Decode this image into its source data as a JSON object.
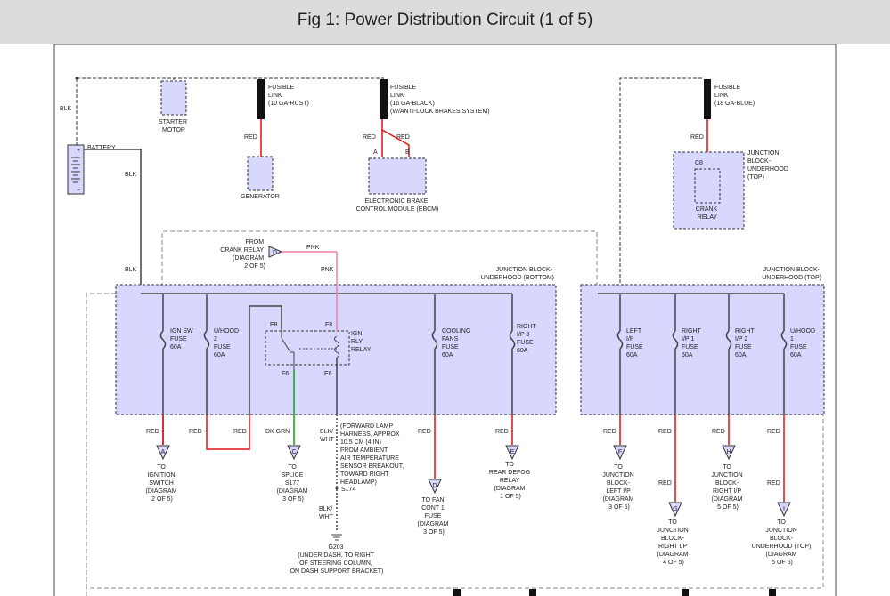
{
  "page_title": "Fig 1: Power Distribution Circuit (1 of 5)",
  "colors": {
    "wire_black": "#444444",
    "wire_red": "#e01010",
    "wire_pink": "#f080a0",
    "wire_green": "#10a010",
    "component_fill": "#d8d8ff"
  },
  "labels": {
    "blk_left": "BLK",
    "battery": "BATTERY",
    "blk_battery": "BLK",
    "blk_jb": "BLK",
    "starter": [
      "STARTER",
      "MOTOR"
    ],
    "fusible_rust": [
      "FUSIBLE",
      "LINK",
      "(10 GA-RUST)"
    ],
    "red_generator": "RED",
    "generator": "GENERATOR",
    "fusible_black": [
      "FUSIBLE",
      "LINK",
      "(16 GA-BLACK)",
      "(W/ANTI-LOCK BRAKES SYSTEM)"
    ],
    "red_ebcm_a": "RED",
    "red_ebcm_b": "RED",
    "pin_a": "A",
    "pin_b": "B",
    "ebcm": [
      "ELECTRONIC BRAKE",
      "CONTROL MODULE (EBCM)"
    ],
    "fusible_blue": [
      "FUSIBLE",
      "LINK",
      "(18 GA-BLUE)"
    ],
    "red_crank": "RED",
    "jb_top_upper": [
      "JUNCTION",
      "BLOCK-",
      "UNDERHOOD",
      "(TOP)"
    ],
    "c8": "C8",
    "crank_relay": [
      "CRANK",
      "RELAY"
    ],
    "from_crank": [
      "FROM",
      "CRANK RELAY",
      "(DIAGRAM",
      "2 OF 5)"
    ],
    "conn_d_upper": "D",
    "pnk_upper": "PNK",
    "pnk_lower": "PNK",
    "jb_bottom": [
      "JUNCTION BLOCK-",
      "UNDERHOOD (BOTTOM)"
    ],
    "jb_top": [
      "JUNCTION BLOCK-",
      "UNDERHOOD (TOP)"
    ],
    "pin_e8": "E8",
    "pin_f8": "F8",
    "pin_f6": "F6",
    "pin_e6": "E6",
    "ign_rly": [
      "IGN",
      "RLY",
      "RELAY"
    ],
    "fuses_bottom": [
      [
        "IGN SW",
        "FUSE",
        "60A"
      ],
      [
        "U/HOOD",
        "2",
        "FUSE",
        "60A"
      ],
      [
        "COOLING",
        "FANS",
        "FUSE",
        "60A"
      ],
      [
        "RIGHT",
        "I/P 3",
        "FUSE",
        "60A"
      ]
    ],
    "fuses_top": [
      [
        "LEFT",
        "I/P",
        "FUSE",
        "60A"
      ],
      [
        "RIGHT",
        "I/P 1",
        "FUSE",
        "60A"
      ],
      [
        "RIGHT",
        "I/P 2",
        "FUSE",
        "60A"
      ],
      [
        "U/HOOD",
        "1",
        "FUSE",
        "60A"
      ]
    ],
    "wire_colors_bottom": [
      "RED",
      "RED",
      "RED",
      "DK GRN",
      "BLK/",
      "WHT",
      "RED",
      "RED"
    ],
    "wire_colors_top": [
      "RED",
      "RED",
      "RED",
      "RED",
      "RED",
      "RED"
    ],
    "forward_lamp": [
      "(FORWARD LAMP",
      "HARNESS, APPROX",
      "10.5 CM (4 IN)",
      "FROM AMBIENT",
      "AIR TEMPERATURE",
      "SENSOR BREAKOUT,",
      "TOWARD RIGHT",
      "HEADLAMP)"
    ],
    "s174": "S174",
    "blk_wht_lower": [
      "BLK/",
      "WHT"
    ],
    "g203": [
      "G203",
      "(UNDER DASH, TO RIGHT",
      "OF STEERING COLUMN,",
      "ON DASH SUPPORT BRACKET)"
    ],
    "conn_letters": [
      "A",
      "C",
      "D",
      "E",
      "F",
      "G",
      "H",
      "I"
    ],
    "dest_a": [
      "TO",
      "IGNITION",
      "SWITCH",
      "(DIAGRAM",
      "2 OF 5)"
    ],
    "dest_c": [
      "TO",
      "SPLICE",
      "S177",
      "(DIAGRAM",
      "3 OF 5)"
    ],
    "dest_d": [
      "TO FAN",
      "CONT 1",
      "FUSE",
      "(DIAGRAM",
      "3 OF 5)"
    ],
    "dest_e": [
      "TO",
      "REAR DEFOG",
      "RELAY",
      "(DIAGRAM",
      "1 OF 5)"
    ],
    "dest_f": [
      "TO",
      "JUNCTION",
      "BLOCK-",
      "LEFT I/P",
      "(DIAGRAM",
      "3 OF 5)"
    ],
    "dest_g": [
      "TO",
      "JUNCTION",
      "BLOCK-",
      "RIGHT I/P",
      "(DIAGRAM",
      "4 OF 5)"
    ],
    "dest_h": [
      "TO",
      "JUNCTION",
      "BLOCK-",
      "RIGHT I/P",
      "(DIAGRAM",
      "5 OF 5)"
    ],
    "dest_i": [
      "TO",
      "JUNCTION",
      "BLOCK-",
      "UNDERHOOD (TOP)",
      "(DIAGRAM",
      "5 OF 5)"
    ]
  }
}
